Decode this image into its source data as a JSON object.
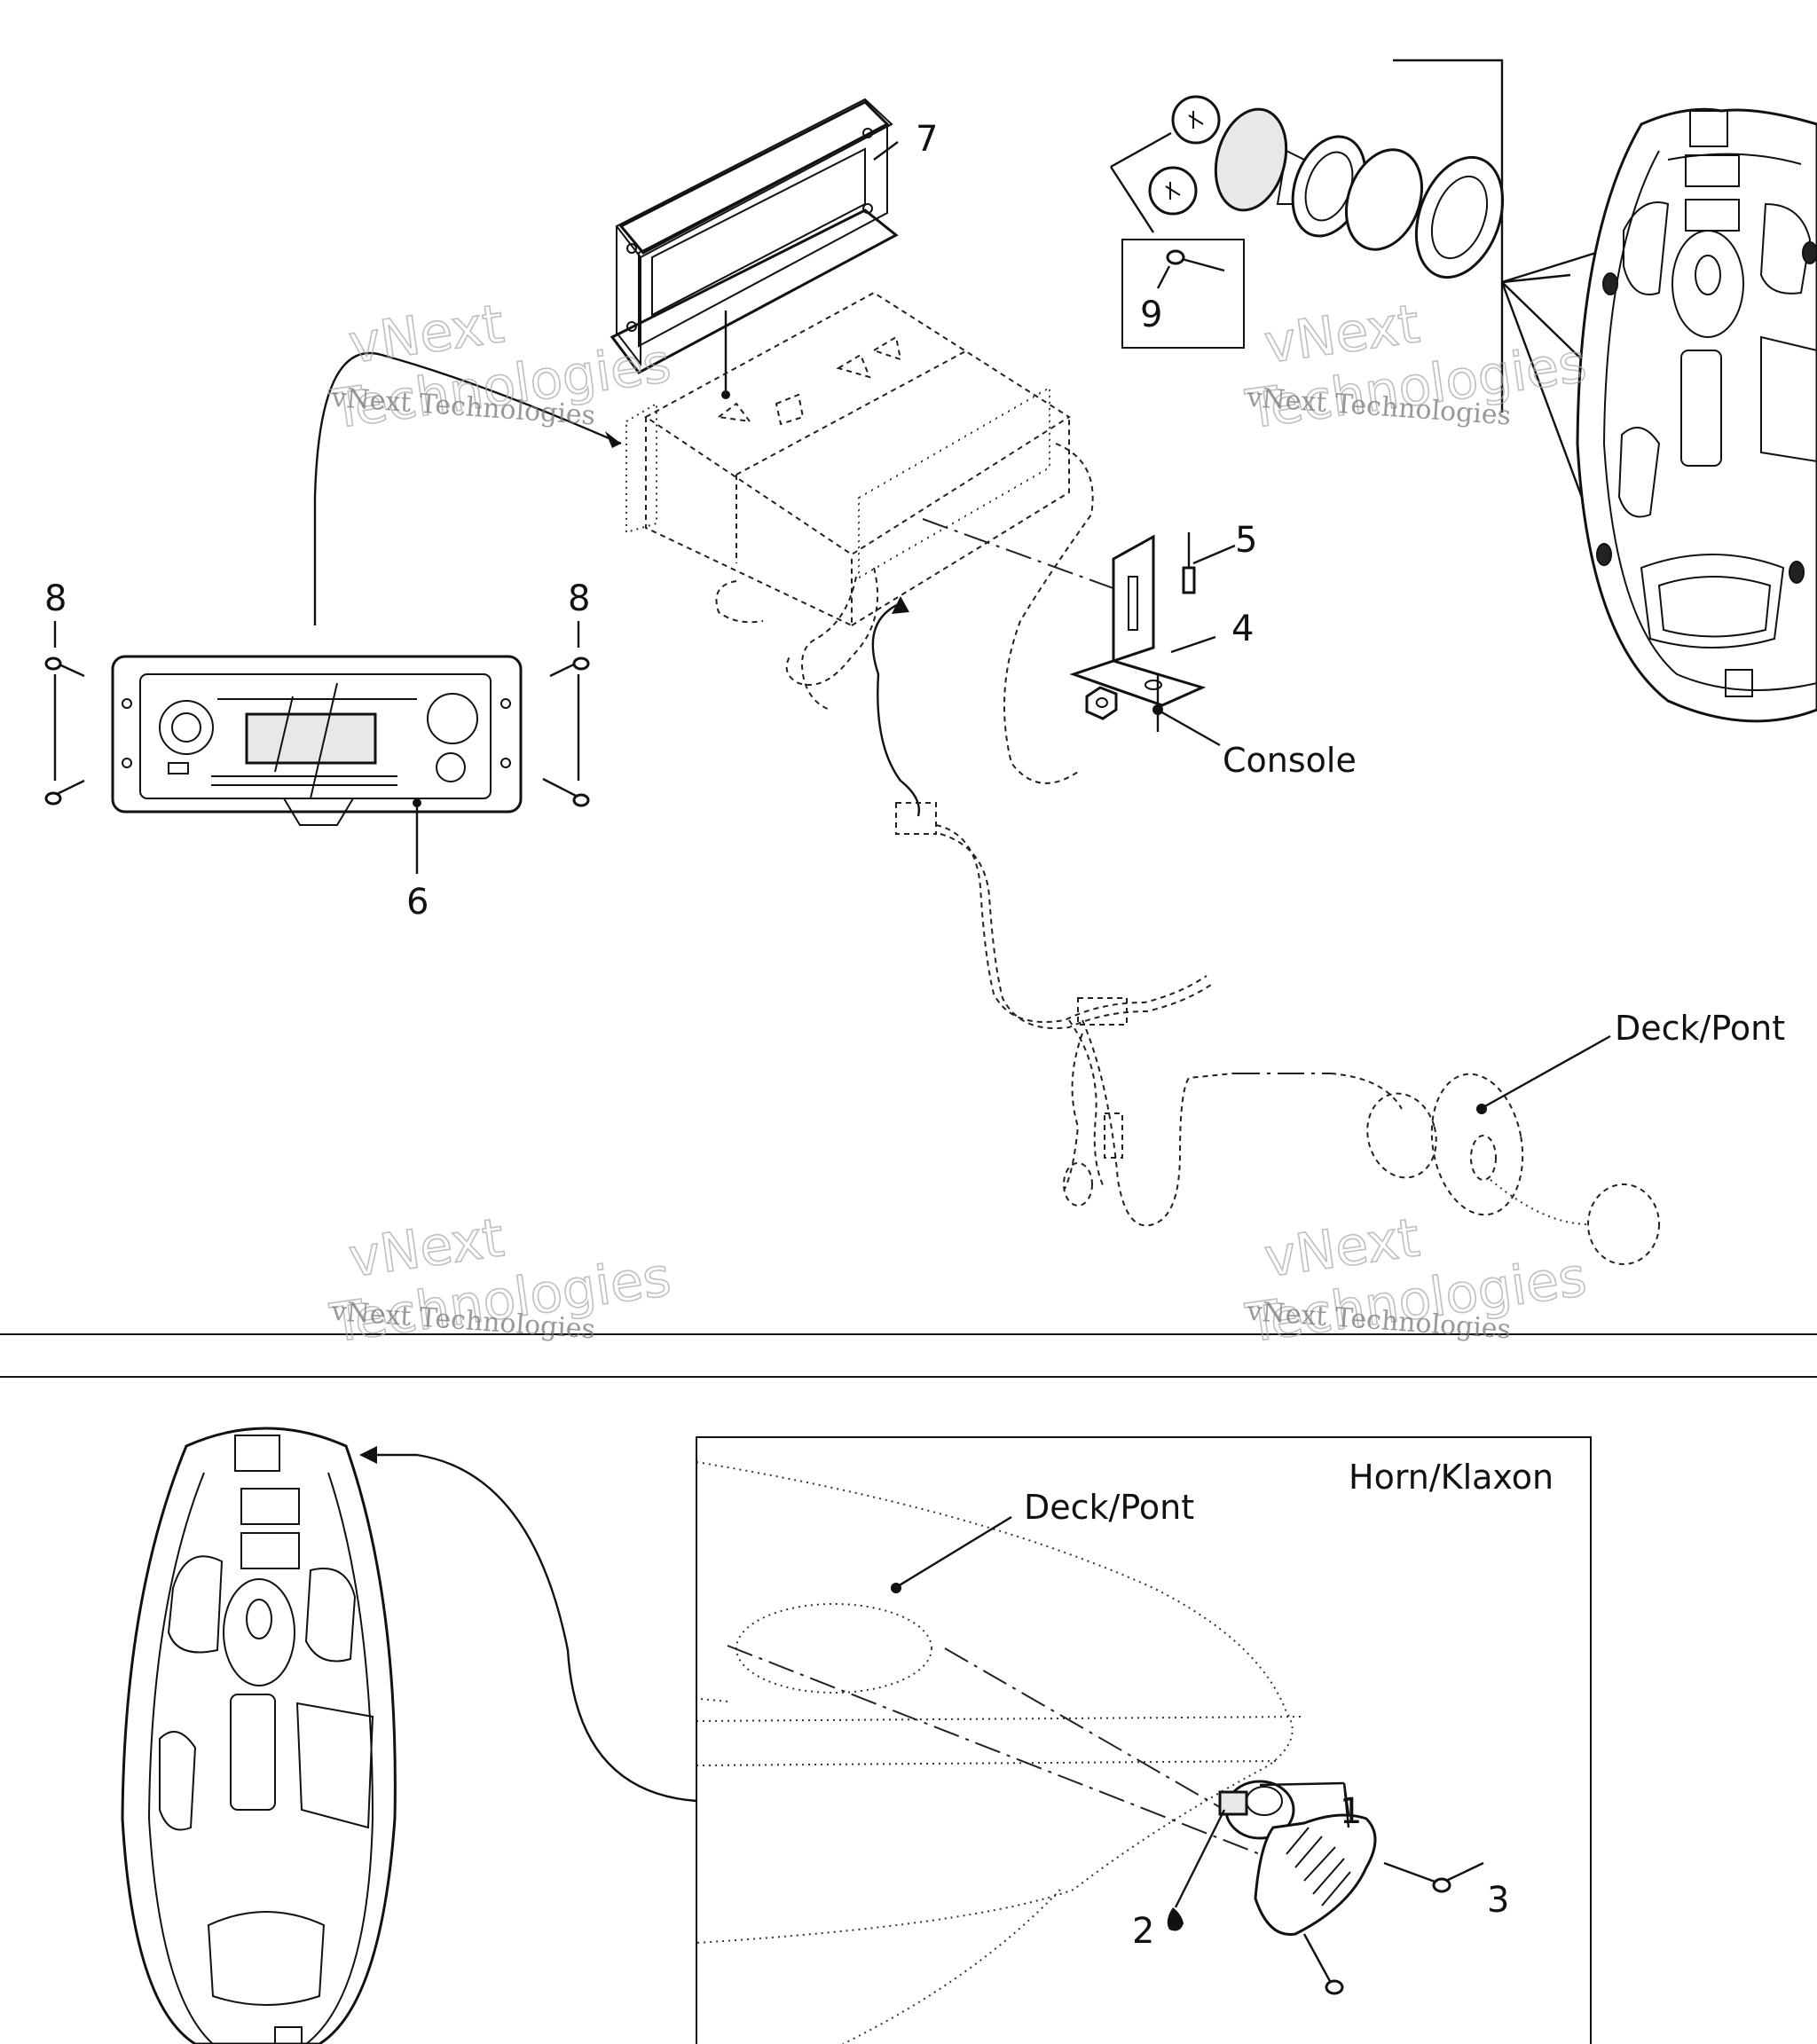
{
  "callouts": {
    "c1": "1",
    "c2": "2",
    "c3": "3",
    "c4": "4",
    "c5": "5",
    "c6": "6",
    "c7": "7",
    "c8_left": "8",
    "c8_right": "8",
    "c9": "9"
  },
  "labels": {
    "console": "Console",
    "deck_upper": "Deck/Pont",
    "deck_lower": "Deck/Pont",
    "horn_title": "Horn/Klaxon"
  },
  "watermark": {
    "line1": "vNext Technologies",
    "line2": "vNext",
    "line3": "Technologies"
  }
}
